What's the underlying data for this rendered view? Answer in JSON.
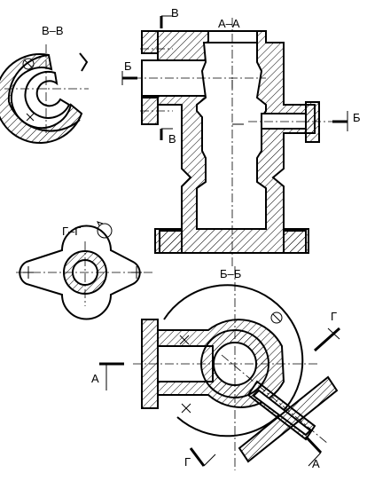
{
  "labels": {
    "section_vv": "В–В",
    "section_aa": "А–А",
    "section_gg": "Г–Г",
    "section_bb": "Б–Б",
    "mark_v_top": "В",
    "mark_v_bottom": "В",
    "mark_b_left": "Б",
    "mark_b_right": "Б",
    "mark_a_left": "А",
    "mark_a_bottom": "А",
    "mark_g_right": "Г",
    "mark_g_bottom": "Г"
  },
  "colors": {
    "line": "#000000",
    "background": "#ffffff"
  }
}
